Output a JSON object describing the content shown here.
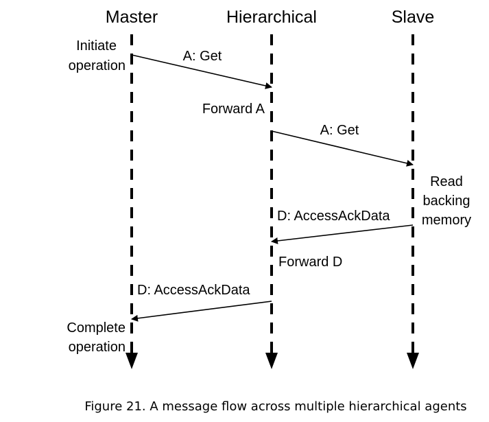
{
  "lanes": {
    "master": "Master",
    "hierarchical": "Hierarchical",
    "slave": "Slave"
  },
  "annotations": {
    "initiate_line1": "Initiate",
    "initiate_line2": "operation",
    "forward_a": "Forward A",
    "read_line1": "Read",
    "read_line2": "backing",
    "read_line3": "memory",
    "forward_d": "Forward D",
    "complete_line1": "Complete",
    "complete_line2": "operation"
  },
  "messages": {
    "m1": "A: Get",
    "m2": "A: Get",
    "m3": "D: AccessAckData",
    "m4": "D: AccessAckData"
  },
  "caption": "Figure 21. A message flow across multiple hierarchical agents"
}
